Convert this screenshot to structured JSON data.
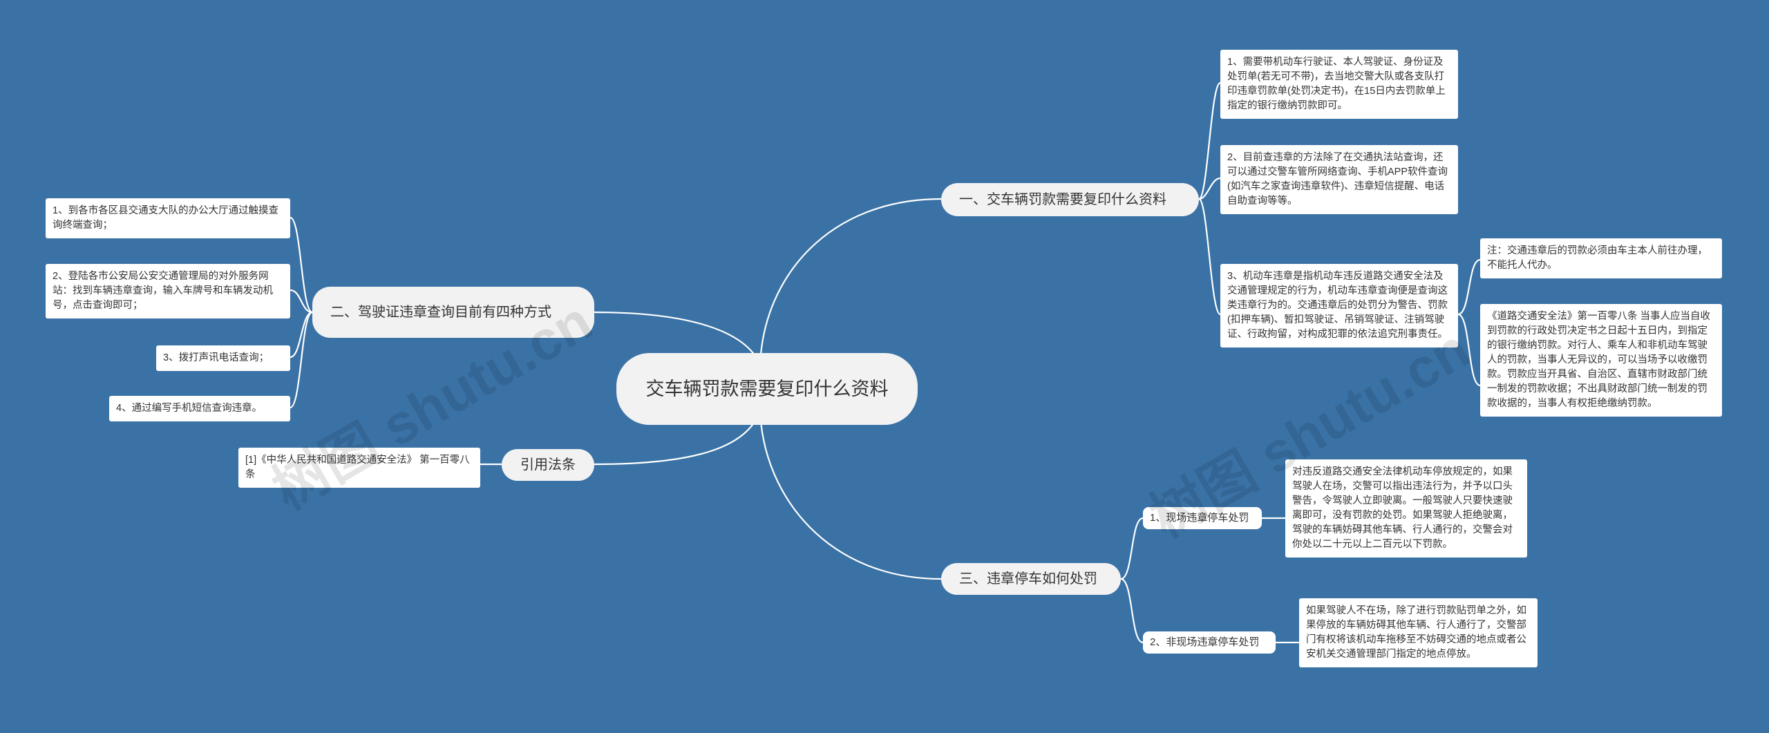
{
  "center": {
    "title": "交车辆罚款需要复印什么资料"
  },
  "branches": {
    "b1": {
      "label": "一、交车辆罚款需要复印什么资料"
    },
    "b2": {
      "label": "二、驾驶证违章查询目前有四种方式"
    },
    "b3": {
      "label": "引用法条"
    },
    "b4": {
      "label": "三、违章停车如何处罚"
    }
  },
  "b1_items": [
    {
      "text": "1、需要带机动车行驶证、本人驾驶证、身份证及处罚单(若无可不带)，去当地交警大队或各支队打印违章罚款单(处罚决定书)，在15日内去罚款单上指定的银行缴纳罚款即可。"
    },
    {
      "text": "2、目前查违章的方法除了在交通执法站查询，还可以通过交警车管所网络查询、手机APP软件查询(如汽车之家查询违章软件)、违章短信提醒、电话自助查询等等。"
    },
    {
      "text": "3、机动车违章是指机动车违反道路交通安全法及交通管理规定的行为，机动车违章查询便是查询这类违章行为的。交通违章后的处罚分为警告、罚款(扣押车辆)、暂扣驾驶证、吊销驾驶证、注销驾驶证、行政拘留，对构成犯罪的依法追究刑事责任。"
    }
  ],
  "b1_item3_children": [
    {
      "text": "注：交通违章后的罚款必须由车主本人前往办理，不能托人代办。"
    },
    {
      "text": "《道路交通安全法》第一百零八条  当事人应当自收到罚款的行政处罚决定书之日起十五日内，到指定的银行缴纳罚款。对行人、乘车人和非机动车驾驶人的罚款，当事人无异议的，可以当场予以收缴罚款。罚款应当开具省、自治区、直辖市财政部门统一制发的罚款收据；不出具财政部门统一制发的罚款收据的，当事人有权拒绝缴纳罚款。"
    }
  ],
  "b2_items": [
    {
      "text": "1、到各市各区县交通支大队的办公大厅通过触摸查询终端查询；"
    },
    {
      "text": "2、登陆各市公安局公安交通管理局的对外服务网站：找到车辆违章查询，输入车牌号和车辆发动机号，点击查询即可；"
    },
    {
      "text": "3、拨打声讯电话查询；"
    },
    {
      "text": "4、通过编写手机短信查询违章。"
    }
  ],
  "b3_items": [
    {
      "text": "[1]《中华人民共和国道路交通安全法》 第一百零八条"
    }
  ],
  "b4_subs": [
    {
      "label": "1、现场违章停车处罚",
      "detail": "对违反道路交通安全法律机动车停放规定的，如果驾驶人在场，交警可以指出违法行为，并予以口头警告，令驾驶人立即驶离。一般驾驶人只要快速驶离即可，没有罚款的处罚。如果驾驶人拒绝驶离，驾驶的车辆妨碍其他车辆、行人通行的，交警会对你处以二十元以上二百元以下罚款。"
    },
    {
      "label": "2、非现场违章停车处罚",
      "detail": "如果驾驶人不在场，除了进行罚款贴罚单之外，如果停放的车辆妨碍其他车辆、行人通行了，交警部门有权将该机动车拖移至不妨碍交通的地点或者公安机关交通管理部门指定的地点停放。"
    }
  ],
  "watermarks": [
    "树图 shutu.cn",
    "树图 shutu.cn"
  ],
  "colors": {
    "background": "#3a72a6",
    "line": "#ffffff",
    "center_fill": "#f2f2f2",
    "node_fill": "#ffffff"
  }
}
